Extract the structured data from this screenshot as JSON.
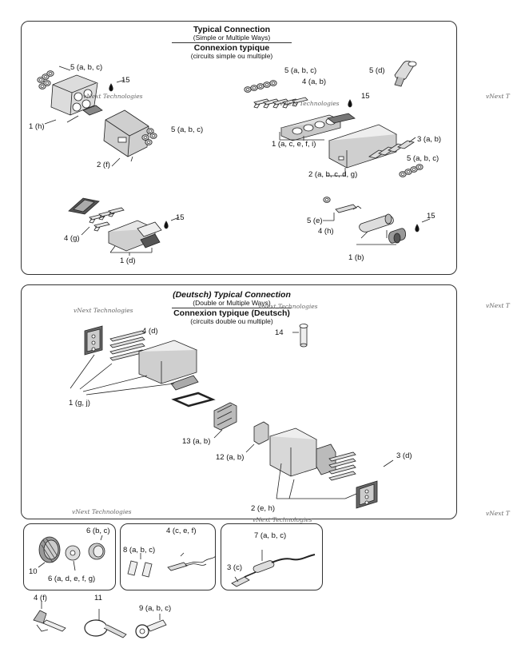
{
  "colors": {
    "line": "#222222",
    "fill": "#d8d8d8",
    "dark": "#555555",
    "watermark": "#888888"
  },
  "panel1": {
    "title": "Typical Connection",
    "subtitle": "(Simple or Multiple Ways)",
    "title_fr": "Connexion typique",
    "subtitle_fr": "(circuits simple ou multiple)",
    "labels": [
      "5 (a, b, c)",
      "15",
      "1 (h)",
      "5 (a, b, c)",
      "2 (f)",
      "5 (d)",
      "5 (a, b, c)",
      "4 (a, b)",
      "15",
      "1 (a, c, e, f, i)",
      "3 (a, b)",
      "5 (a, b, c)",
      "2 (a, b, c, d, g)",
      "4 (g)",
      "15",
      "1 (d)",
      "5 (e)",
      "4 (h)",
      "15",
      "1 (b)"
    ]
  },
  "panel2": {
    "title": "(Deutsch) Typical Connection",
    "subtitle": "(Double or Multiple Ways)",
    "title_fr": "Connexion typique (Deutsch)",
    "subtitle_fr": "(circuits double ou multiple)",
    "labels": [
      "4 (d)",
      "14",
      "1 (g, j)",
      "13 (a, b)",
      "12  (a, b)",
      "3 (d)",
      "2 (e, h)"
    ]
  },
  "panel3": {
    "labels": [
      "6 (b, c)",
      "10",
      "6 (a, d, e, f, g)"
    ]
  },
  "panel4": {
    "labels": [
      "4 (c, e, f)",
      "8 (a, b, c)"
    ]
  },
  "panel5": {
    "labels": [
      "7 (a, b, c)",
      "3 (c)"
    ]
  },
  "loose": {
    "labels": [
      "4 (f)",
      "11",
      "9 (a, b, c)"
    ]
  },
  "watermark": "vNext Technologies"
}
